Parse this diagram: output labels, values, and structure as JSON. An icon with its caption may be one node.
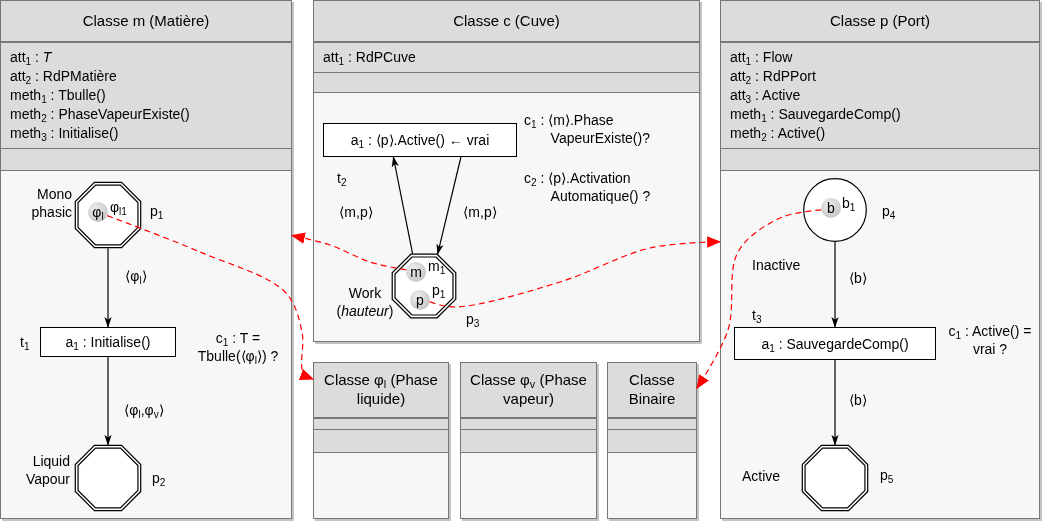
{
  "diagram": {
    "nodes": [
      {
        "text": [
          "Classe m (Matière)",
          "att$_{1}$ : *T*",
          "att$_{2}$ : RdPMatière",
          "meth$_{1}$ : Tbulle()",
          "meth$_{2}$ : PhaseVapeurExiste()",
          "meth$_{3}$ : Initialise()"
        ]
      },
      {
        "text": [],
        "shape": "octagon",
        "in": 0,
        "beside": [
          "Mono phasic",
          "p$_{1}$"
        ]
      },
      {
        "text": [
          "φ$_{l}$"
        ],
        "in": 1,
        "beside": [
          "φ$_{l1}$"
        ]
      },
      {
        "text": [
          "a$_{1}$ : Initialise()"
        ],
        "in": 0,
        "beside": [
          "t$_{1}$",
          "c$_{1}$ : T = Tbulle(⟨φ$_{l}$⟩) ?"
        ]
      },
      {
        "text": [],
        "shape": "octagon",
        "in": 0,
        "beside": [
          "Liquid Vapour",
          "p$_{2}$"
        ]
      },
      {
        "text": [
          "Classe c (Cuve)",
          "att$_{1}$ : RdPCuve"
        ]
      },
      {
        "text": [
          "a$_{1}$ : ⟨p⟩.Active() ← vrai"
        ],
        "in": 5,
        "beside": [
          "t$_{2}$",
          "c$_{1}$ : ⟨m⟩.Phase VapeurExiste()?",
          "c$_{2}$ : ⟨p⟩.Activation Automatique() ?"
        ]
      },
      {
        "text": [],
        "shape": "octagon",
        "in": 5,
        "beside": [
          "Work (*hauteur*)",
          "p$_{3}$"
        ]
      },
      {
        "text": [
          "m"
        ],
        "in": 7,
        "beside": [
          "m$_{1}$"
        ]
      },
      {
        "text": [
          "p"
        ],
        "in": 7,
        "beside": [
          "p$_{1}$"
        ]
      },
      {
        "text": [
          "Classe p (Port)",
          "att$_{1}$ : Flow",
          "att$_{2}$ : RdPPort",
          "att$_{3}$ : Active",
          "meth$_{1}$ : SauvegardeComp()",
          "meth$_{2}$ : Active()"
        ]
      },
      {
        "text": [],
        "shape": "circle",
        "in": 10,
        "beside": [
          "p$_{4}$",
          "Inactive"
        ]
      },
      {
        "text": [
          "b"
        ],
        "in": 11,
        "beside": [
          "b$_{1}$"
        ]
      },
      {
        "text": [
          "a$_{1}$ : SauvegardeComp()"
        ],
        "in": 10,
        "beside": [
          "t$_{3}$",
          "c$_{1}$ : Active() = vrai ?"
        ]
      },
      {
        "text": [],
        "shape": "octagon",
        "in": 10,
        "beside": [
          "Active",
          "p$_{5}$"
        ]
      },
      {
        "text": [
          "Classe φ$_{l}$ (Phase liquide)"
        ]
      },
      {
        "text": [
          "Classe φ$_{v}$ (Phase vapeur)"
        ]
      },
      {
        "text": [
          "Classe Binaire"
        ]
      }
    ],
    "edges": [
      {
        "from": 1,
        "to": 3,
        "arrow": "to",
        "label": "⟨φ$_{l}$⟩"
      },
      {
        "from": 3,
        "to": 4,
        "arrow": "to",
        "label": "⟨φ$_{l}$,φ$_{v}$⟩"
      },
      {
        "from": 7,
        "to": 6,
        "arrow": "to",
        "label": "⟨m,p⟩"
      },
      {
        "from": 6,
        "to": 7,
        "arrow": "to",
        "label": "⟨m,p⟩"
      },
      {
        "from": 11,
        "to": 13,
        "arrow": "to",
        "label": "⟨b⟩"
      },
      {
        "from": 13,
        "to": 14,
        "arrow": "to",
        "label": "⟨b⟩"
      },
      {
        "from": 2,
        "to": 15,
        "arrow": "to",
        "style": "dashed",
        "color": "#ff0000"
      },
      {
        "from": 8,
        "to": 0,
        "arrow": "to",
        "style": "dashed",
        "color": "#ff0000"
      },
      {
        "from": 9,
        "to": 10,
        "arrow": "to",
        "style": "dashed",
        "color": "#ff0000"
      },
      {
        "from": 12,
        "to": 17,
        "arrow": "to",
        "style": "dashed",
        "color": "#ff0000"
      }
    ]
  }
}
